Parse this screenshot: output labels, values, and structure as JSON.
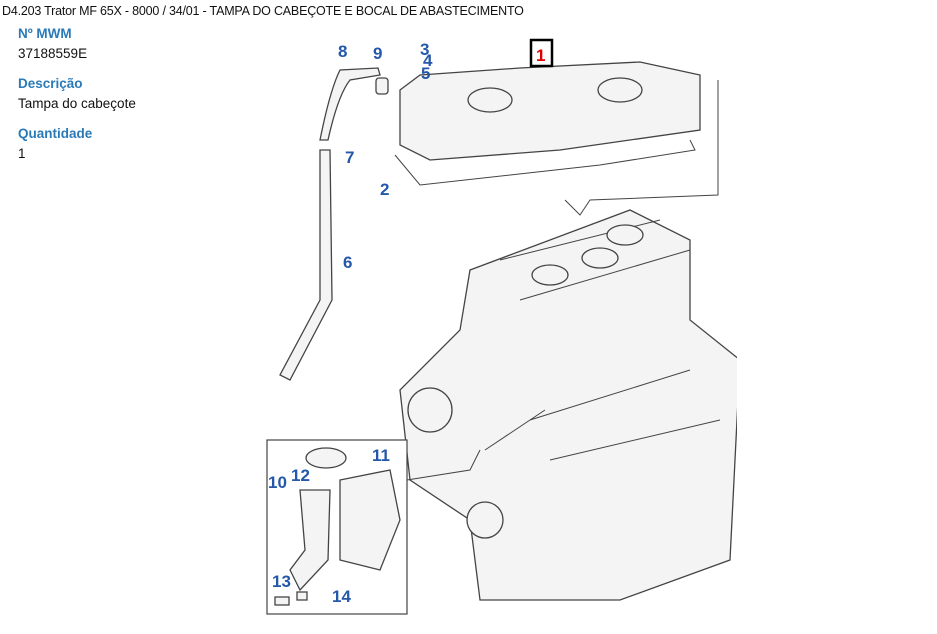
{
  "breadcrumb": "D4.203 Trator MF 65X - 8000  /  34/01 - TAMPA DO CABEÇOTE E BOCAL DE ABASTECIMENTO",
  "fields": [
    {
      "label": "Nº MWM",
      "value": "37188559E"
    },
    {
      "label": "Descrição",
      "value": "Tampa do cabeçote"
    },
    {
      "label": "Quantidade",
      "value": "1"
    }
  ],
  "diagram": {
    "selected": "1",
    "callouts": [
      "2",
      "3",
      "4",
      "5",
      "6",
      "7",
      "8",
      "9",
      "10",
      "11",
      "12",
      "13",
      "14"
    ],
    "colors": {
      "callout": "#2458a8",
      "selected": "#e00000"
    }
  }
}
